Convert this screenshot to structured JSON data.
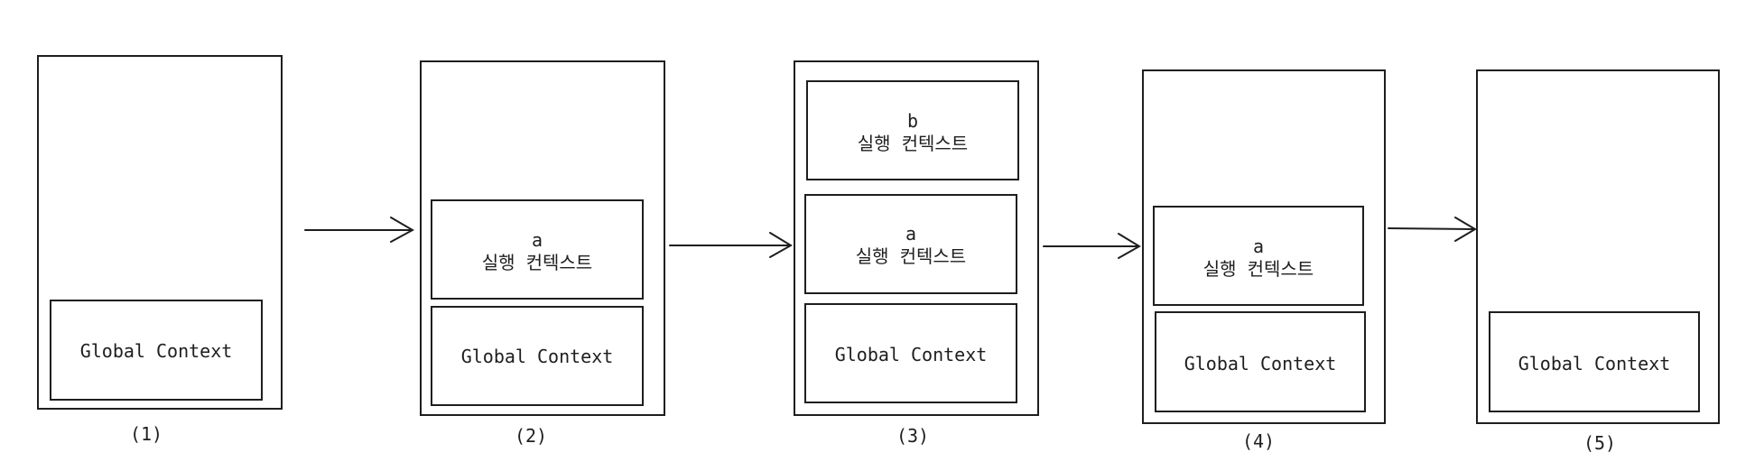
{
  "stacks": [
    {
      "number": "(1)",
      "frames": [
        {
          "name": "Global Context"
        }
      ]
    },
    {
      "number": "(2)",
      "frames": [
        {
          "name": "a",
          "subtitle": "실행 컨텍스트"
        },
        {
          "name": "Global Context"
        }
      ]
    },
    {
      "number": "(3)",
      "frames": [
        {
          "name": "b",
          "subtitle": "실행 컨텍스트"
        },
        {
          "name": "a",
          "subtitle": "실행 컨텍스트"
        },
        {
          "name": "Global Context"
        }
      ]
    },
    {
      "number": "(4)",
      "frames": [
        {
          "name": "a",
          "subtitle": "실행 컨텍스트"
        },
        {
          "name": "Global Context"
        }
      ]
    },
    {
      "number": "(5)",
      "frames": [
        {
          "name": "Global Context"
        }
      ]
    }
  ]
}
